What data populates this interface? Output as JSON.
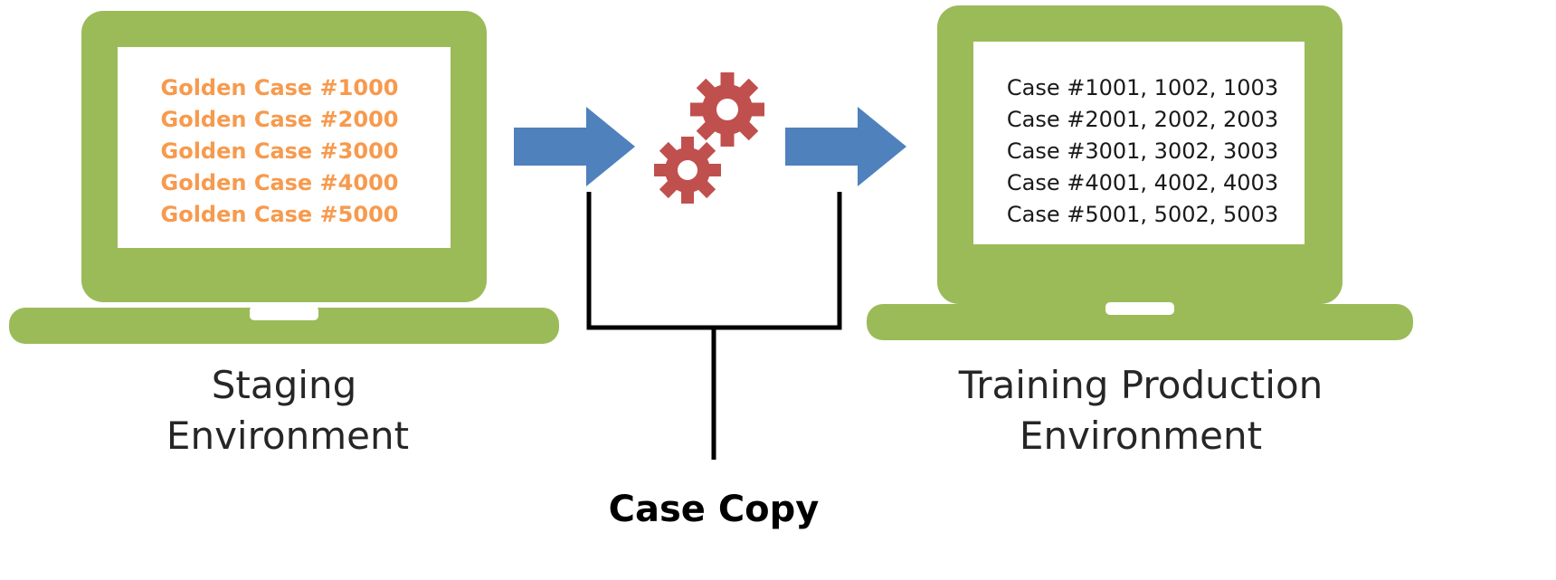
{
  "staging": {
    "cases": [
      "Golden Case #1000",
      "Golden Case #2000",
      "Golden Case #3000",
      "Golden Case #4000",
      "Golden Case #5000"
    ],
    "label_line1": "Staging",
    "label_line2": "Environment"
  },
  "training": {
    "cases": [
      "Case #1001, 1002, 1003",
      "Case #2001, 2002, 2003",
      "Case #3001, 3002, 3003",
      "Case #4001, 4002, 4003",
      "Case #5001, 5002, 5003"
    ],
    "label_line1": "Training Production",
    "label_line2": "Environment"
  },
  "process": {
    "label": "Case Copy",
    "icon": "gears-icon"
  },
  "colors": {
    "laptop": "#9bbb59",
    "arrow": "#4f81bd",
    "gear": "#c0504d",
    "golden_text": "#f79a4e"
  }
}
